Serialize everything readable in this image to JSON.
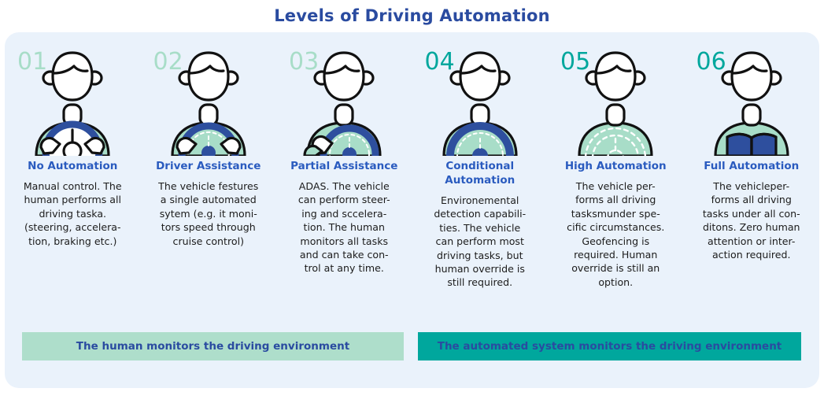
{
  "title": "Levels of Driving Automation",
  "colors": {
    "title_blue": "#2a4ba0",
    "heading_blue": "#2a5bbf",
    "panel_bg": "#eaf2fb",
    "num_light_green": "#a8ddc8",
    "num_teal": "#00a79d",
    "banner_human_bg": "#aedecb",
    "banner_auto_bg": "#00a79d",
    "shirt_green": "#a8ddc8",
    "wheel_blue": "#2e4f9e",
    "book_blue": "#2e4f9e",
    "outline_black": "#111111"
  },
  "levels": [
    {
      "number": "01",
      "number_style": "light",
      "heading": "No\nAutomation",
      "body": "Manual control. The\nhuman performs all\ndriving taska.\n(steering, accelera-\ntion, braking etc.)",
      "figure": "driver-both-hands-on-wheel-icon"
    },
    {
      "number": "02",
      "number_style": "light",
      "heading": "Driver\nAssistance",
      "body": "The vehicle festures\na single automated\nsytem  (e.g. it moni-\ntors speed through\ncruise control)",
      "figure": "driver-both-hands-assisted-wheel-icon"
    },
    {
      "number": "03",
      "number_style": "light",
      "heading": "Partial\nAssistance",
      "body": "ADAS. The vehicle\ncan perform steer-\ning and sccelera-\ntion. The human\nmonitors all tasks\nand can take con-\ntrol at any time.",
      "figure": "driver-one-hand-on-wheel-icon"
    },
    {
      "number": "04",
      "number_style": "teal",
      "heading": "Conditional\nAutomation",
      "body": "Environemental\ndetection capabili-\nties. The vehicle\ncan perform most\ndriving tasks, but\nhuman override is\nstill required.",
      "figure": "driver-hands-off-wheel-icon"
    },
    {
      "number": "05",
      "number_style": "teal",
      "heading": "High\nAutomation",
      "body": "The vehicle per-\nforms all driving\ntasksmunder spe-\ncific circumstances.\nGeofencing is\nrequired. Human\noverride is still an\noption.",
      "figure": "driver-ghost-wheel-icon"
    },
    {
      "number": "06",
      "number_style": "teal",
      "heading": "Full\nAutomation",
      "body": "The vehicleper-\nforms all driving\ntasks under all con-\nditons. Zero human\nattention or inter-\naction required.",
      "figure": "passenger-reading-book-icon"
    }
  ],
  "banners": {
    "human": "The human monitors the driving environment",
    "automated": "The automated system monitors the driving environment"
  }
}
